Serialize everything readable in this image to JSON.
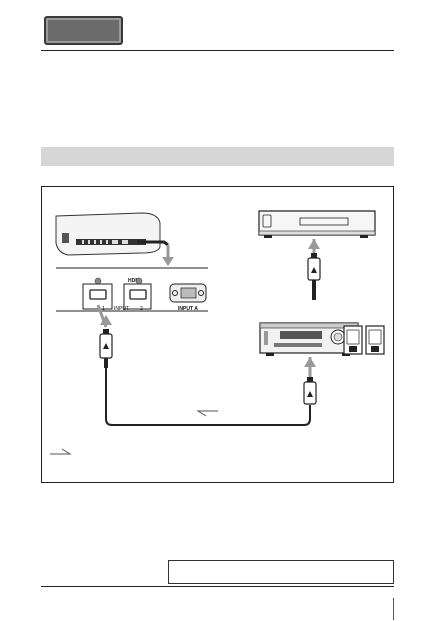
{
  "page": {
    "section_tab": "",
    "note_text": ""
  },
  "diagram": {
    "hdmi_logo": "HDMI",
    "input_caption": "INPUT",
    "input_1": "1",
    "input_2": "2",
    "input_a": "INPUT A"
  },
  "colors": {
    "section_bar": "#d6d6d6",
    "tab_fill": "#6b6b6b",
    "line": "#222222",
    "arrow_gray": "#b0b0b0"
  }
}
